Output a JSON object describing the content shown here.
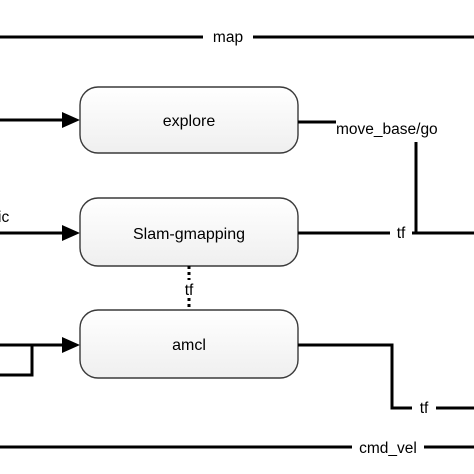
{
  "nodes": {
    "explore": "explore",
    "slam_gmapping": "Slam-gmapping",
    "amcl": "amcl"
  },
  "edge_labels": {
    "map": "map",
    "move_base_goal": "move_base/go",
    "topic_fragment": "ic",
    "tf_slam_out": "tf",
    "tf_between_slam_amcl": "tf",
    "tf_amcl_out": "tf",
    "cmd_vel": "cmd_vel"
  },
  "colors": {
    "line": "#000000",
    "node_border": "#3a3a3a",
    "node_fill_top": "#ffffff",
    "node_fill_bottom": "#efefef",
    "background": "#ffffff"
  }
}
